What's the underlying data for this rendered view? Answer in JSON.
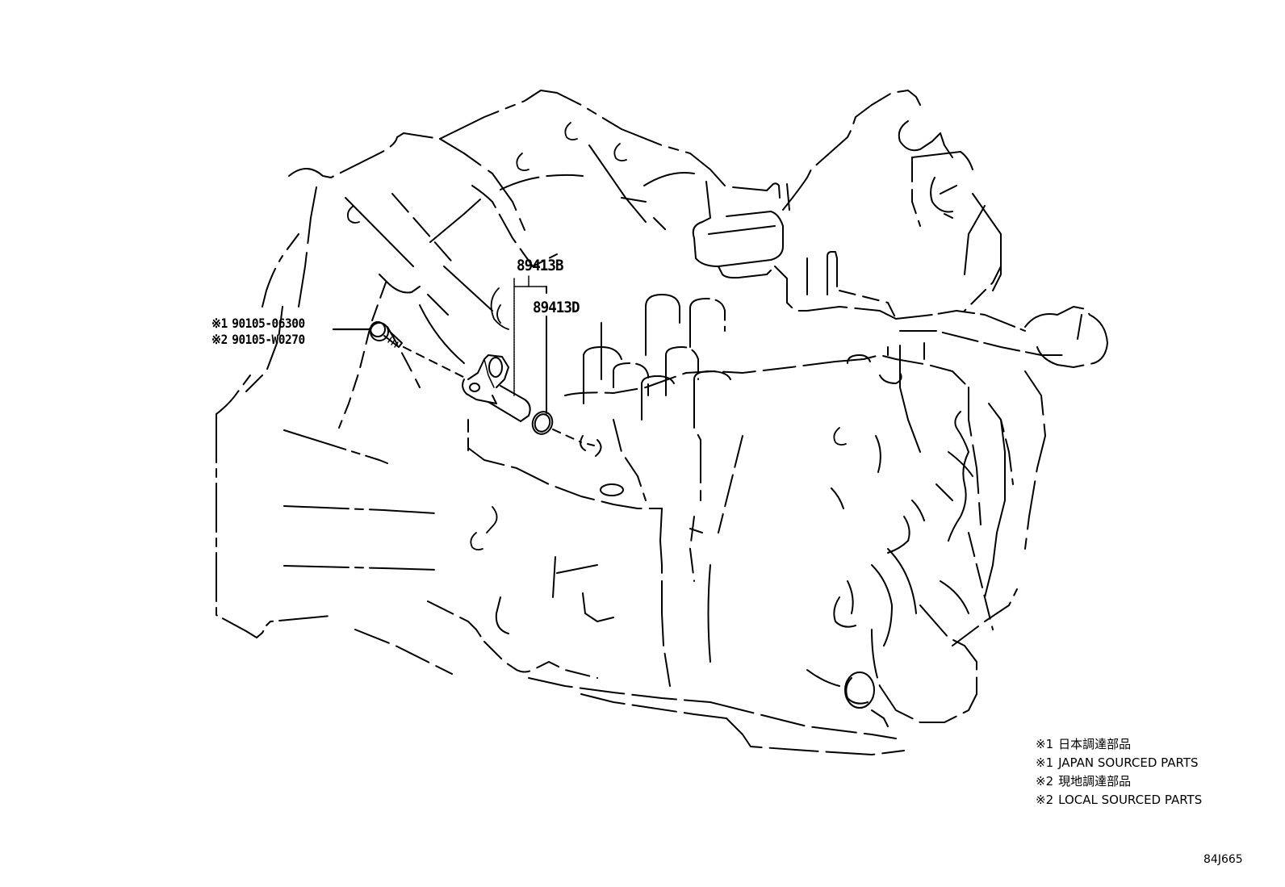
{
  "diagram": {
    "type": "parts-catalog-exploded-view",
    "subject": "transaxle assembly with speed sensor",
    "line_color": "#000000",
    "background": "#ffffff"
  },
  "callouts": {
    "bolt": {
      "lines": [
        {
          "mark": "※1",
          "part_number": "90105-06300"
        },
        {
          "mark": "※2",
          "part_number": "90105-W0270"
        }
      ]
    },
    "sensor": {
      "part_number": "89413B"
    },
    "o_ring": {
      "part_number": "89413D"
    }
  },
  "legend": {
    "items": [
      {
        "mark": "※1",
        "text": "日本調達部品"
      },
      {
        "mark": "※1",
        "text": "JAPAN SOURCED PARTS"
      },
      {
        "mark": "※2",
        "text": "現地調達部品"
      },
      {
        "mark": "※2",
        "text": "LOCAL SOURCED PARTS"
      }
    ]
  },
  "illustration_ref": "84J665"
}
